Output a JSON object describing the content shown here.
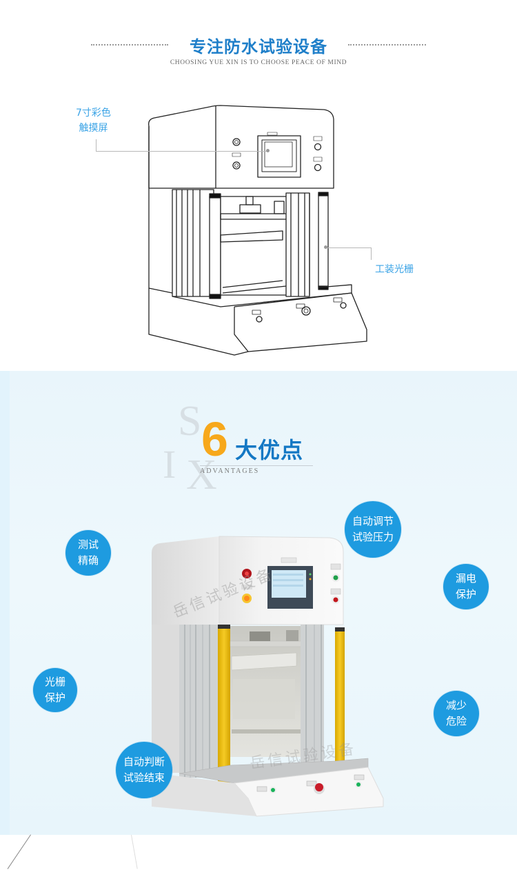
{
  "header": {
    "title": "专注防水试验设备",
    "subtitle": "CHOOSING YUE XIN IS TO CHOOSE PEACE OF MIND"
  },
  "diagram": {
    "callouts": [
      {
        "line1": "7寸彩色",
        "line2": "触摸屏"
      },
      {
        "line1": "工装光栅"
      }
    ]
  },
  "advantages": {
    "number": "6",
    "title": "大优点",
    "subtitle": "ADVANTAGES",
    "ghost_letters": [
      "S",
      "I",
      "X"
    ],
    "items": [
      {
        "line1": "测试",
        "line2": "精确"
      },
      {
        "line1": "自动调节",
        "line2": "试验压力"
      },
      {
        "line1": "漏电",
        "line2": "保护"
      },
      {
        "line1": "光栅",
        "line2": "保护"
      },
      {
        "line1": "减少",
        "line2": "危险"
      },
      {
        "line1": "自动判断",
        "line2": "试验结束"
      }
    ],
    "watermark": "岳信试验设备"
  },
  "colors": {
    "title_blue": "#1f7fc9",
    "label_blue": "#3aa3e6",
    "bubble_blue": "#1e9be0",
    "accent_orange": "#f7a81b",
    "section_bg": "#e9f5fb",
    "grating_yellow": "#f2c31c"
  }
}
